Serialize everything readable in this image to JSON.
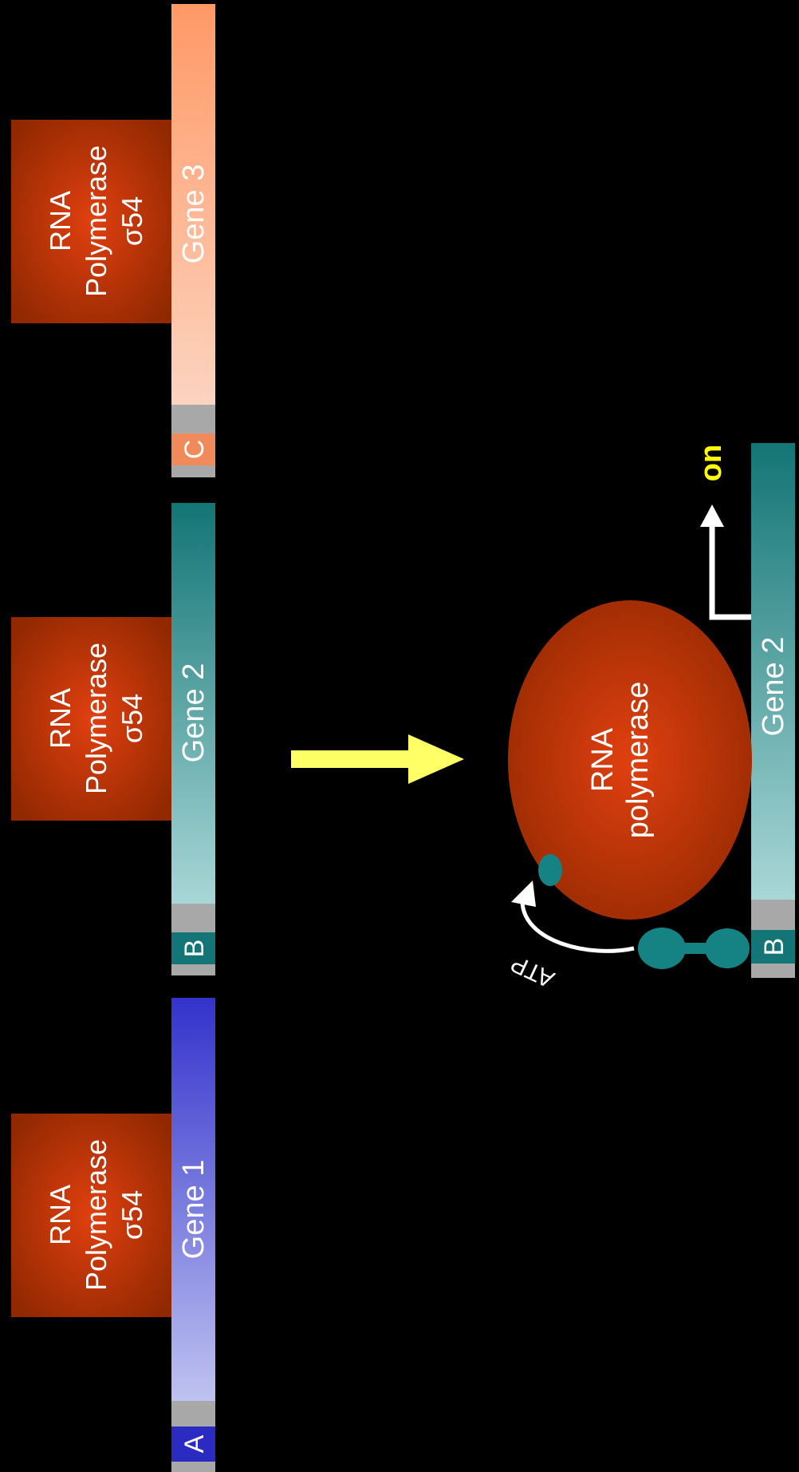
{
  "rows": [
    {
      "id": "gene1",
      "polymerase_lines": [
        "RNA",
        "Polymerase",
        "σ54"
      ],
      "gene_label": "Gene 1",
      "site_label": "A",
      "colors": {
        "gene_start": "#c0c4f0",
        "gene_end": "#3333cc",
        "site": "#2b2bc2"
      }
    },
    {
      "id": "gene2",
      "polymerase_lines": [
        "RNA",
        "Polymerase",
        "σ54"
      ],
      "gene_label": "Gene 2",
      "site_label": "B",
      "colors": {
        "gene_start": "#a9d7d7",
        "gene_end": "#137575",
        "site": "#137575"
      }
    },
    {
      "id": "gene3",
      "polymerase_lines": [
        "RNA",
        "Polymerase",
        "σ54"
      ],
      "gene_label": "Gene 3",
      "site_label": "C",
      "colors": {
        "gene_start": "#fcd4c0",
        "gene_end": "#ff9966",
        "site": "#f08a5a"
      }
    }
  ],
  "activated": {
    "polymerase_lines": [
      "RNA",
      "polymerase"
    ],
    "gene_label": "Gene 2",
    "site_label": "B",
    "atp_label": "ATP",
    "on_label": "on"
  },
  "colors": {
    "background": "#000000",
    "polymerase_center": "#e04010",
    "polymerase_edge": "#902800",
    "spacer_gray": "#a8a8a8",
    "activator_teal": "#158383",
    "arrow_yellow": "#ffff66",
    "on_text": "#ffff00",
    "label_text": "#ffffff"
  }
}
